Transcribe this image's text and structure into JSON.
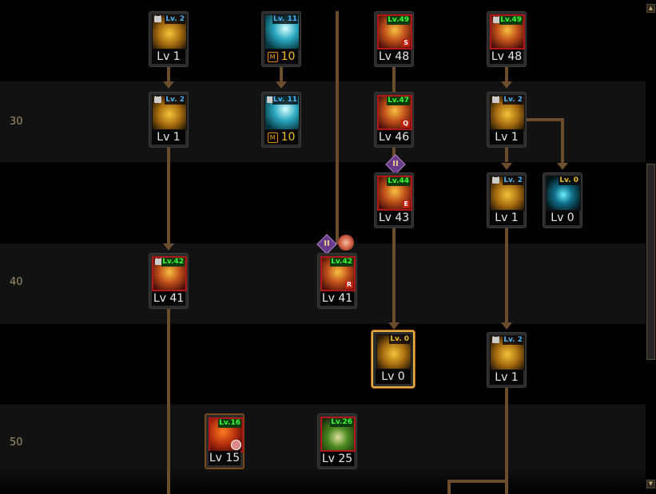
{
  "level_markers": [
    "30",
    "40",
    "50"
  ],
  "badges": {
    "tier_mark": "II"
  },
  "scrollbar": {
    "up": "▲",
    "down": "▼"
  },
  "nodes": [
    {
      "name": "skill-gold-blade",
      "badge": "Lv. 2",
      "badge_color": "blue",
      "locked": true,
      "level": "Lv 1",
      "theme": "gold",
      "frame": "plain"
    },
    {
      "name": "skill-cyan-burst",
      "badge": "Lv. 11",
      "badge_color": "blue",
      "locked": false,
      "level": "10",
      "currency": "M",
      "theme": "cyan",
      "frame": "plain"
    },
    {
      "name": "skill-fire-vortex",
      "badge": "Lv.49",
      "badge_color": "green",
      "locked": false,
      "level": "Lv 48",
      "key": "S",
      "theme": "fire",
      "frame": "red"
    },
    {
      "name": "skill-fire-totem",
      "badge": "Lv.49",
      "badge_color": "green",
      "locked": true,
      "level": "Lv 48",
      "theme": "fire",
      "frame": "red"
    },
    {
      "name": "skill-gold-serpent",
      "badge": "Lv. 2",
      "badge_color": "blue",
      "locked": true,
      "level": "Lv 1",
      "theme": "gold",
      "frame": "plain"
    },
    {
      "name": "skill-cyan-skull",
      "badge": "Lv. 11",
      "badge_color": "blue",
      "locked": true,
      "level": "10",
      "currency": "M",
      "theme": "cyan",
      "frame": "plain"
    },
    {
      "name": "skill-fire-dash",
      "badge": "Lv.47",
      "badge_color": "green",
      "locked": false,
      "level": "Lv 46",
      "key": "Q",
      "theme": "fire",
      "frame": "red"
    },
    {
      "name": "skill-gold-cross",
      "badge": "Lv. 2",
      "badge_color": "blue",
      "locked": true,
      "level": "Lv 1",
      "theme": "gold",
      "frame": "plain"
    },
    {
      "name": "skill-fire-spikes",
      "badge": "Lv.44",
      "badge_color": "green",
      "locked": false,
      "level": "Lv 43",
      "key": "E",
      "theme": "fire",
      "frame": "red"
    },
    {
      "name": "skill-gold-hammer",
      "badge": "Lv. 2",
      "badge_color": "blue",
      "locked": true,
      "level": "Lv 1",
      "theme": "gold",
      "frame": "plain"
    },
    {
      "name": "skill-blue-portal",
      "badge": "Lv. 0",
      "badge_color": "yellow",
      "locked": false,
      "level": "Lv 0",
      "theme": "blue",
      "frame": "plain"
    },
    {
      "name": "skill-gold-lash",
      "badge": "Lv.42",
      "badge_color": "green",
      "locked": true,
      "level": "Lv 41",
      "theme": "fire",
      "frame": "red"
    },
    {
      "name": "skill-fire-wave",
      "badge": "Lv.42",
      "badge_color": "green",
      "locked": false,
      "level": "Lv 41",
      "key": "R",
      "theme": "fire",
      "frame": "red"
    },
    {
      "name": "skill-gold-radiance",
      "badge": "Lv. 0",
      "badge_color": "yellow",
      "locked": false,
      "level": "Lv 0",
      "theme": "gold",
      "frame": "gold"
    },
    {
      "name": "skill-gold-crown",
      "badge": "Lv. 2",
      "badge_color": "blue",
      "locked": true,
      "level": "Lv 1",
      "theme": "gold",
      "frame": "plain"
    },
    {
      "name": "skill-orange-beast",
      "badge": "Lv.16",
      "badge_color": "green",
      "locked": false,
      "level": "Lv 15",
      "clock": true,
      "theme": "orange",
      "frame": "brown-red"
    },
    {
      "name": "skill-green-spirit",
      "badge": "Lv.26",
      "badge_color": "green",
      "locked": false,
      "level": "Lv 25",
      "theme": "green",
      "frame": "red"
    }
  ]
}
